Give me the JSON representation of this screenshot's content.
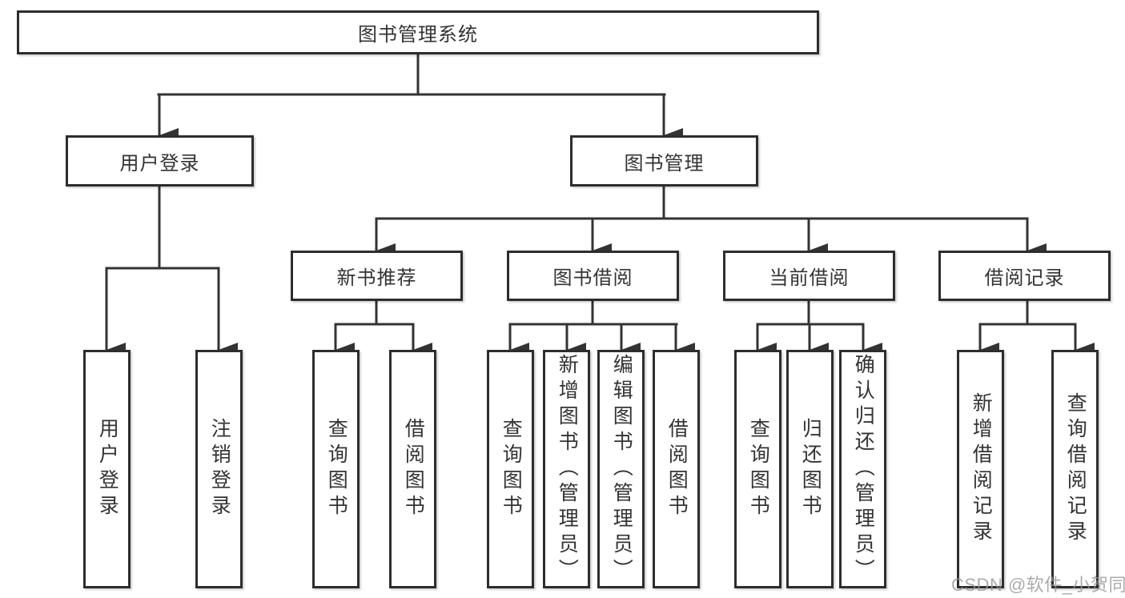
{
  "diagram": {
    "root": {
      "label": "图书管理系统"
    },
    "level2": [
      {
        "label": "用户登录"
      },
      {
        "label": "图书管理"
      }
    ],
    "level3": [
      {
        "label": "新书推荐",
        "parent": "图书管理"
      },
      {
        "label": "图书借阅",
        "parent": "图书管理"
      },
      {
        "label": "当前借阅",
        "parent": "图书管理"
      },
      {
        "label": "借阅记录",
        "parent": "图书管理"
      }
    ],
    "leaves": [
      {
        "label": "用户登录",
        "parent": "用户登录"
      },
      {
        "label": "注销登录",
        "parent": "用户登录"
      },
      {
        "label": "查询图书",
        "parent": "新书推荐"
      },
      {
        "label": "借阅图书",
        "parent": "新书推荐"
      },
      {
        "label": "查询图书",
        "parent": "图书借阅"
      },
      {
        "label": "新增图书（管理员）",
        "parent": "图书借阅"
      },
      {
        "label": "编辑图书（管理员）",
        "parent": "图书借阅"
      },
      {
        "label": "借阅图书",
        "parent": "图书借阅"
      },
      {
        "label": "查询图书",
        "parent": "当前借阅"
      },
      {
        "label": "归还图书",
        "parent": "当前借阅"
      },
      {
        "label": "确认归还（管理员）",
        "parent": "当前借阅"
      },
      {
        "label": "新增借阅记录",
        "parent": "借阅记录"
      },
      {
        "label": "查询借阅记录",
        "parent": "借阅记录"
      }
    ]
  },
  "watermark": {
    "text": "CSDN @软件_小贺同学"
  },
  "colors": {
    "line": "#333333",
    "box_border": "#2d2d2d",
    "text": "#333333",
    "background": "#ffffff",
    "watermark": "#969696"
  }
}
